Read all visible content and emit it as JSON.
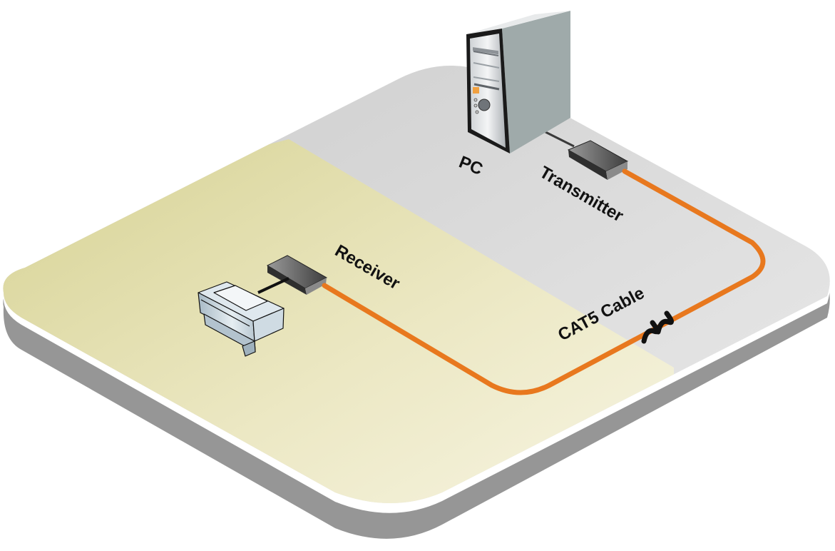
{
  "diagram": {
    "title": "CAT5 extender connection diagram",
    "nodes": [
      {
        "id": "pc",
        "label": "PC",
        "kind": "computer-tower"
      },
      {
        "id": "transmitter",
        "label": "Transmitter",
        "kind": "extender-box"
      },
      {
        "id": "receiver",
        "label": "Receiver",
        "kind": "extender-box"
      },
      {
        "id": "printer",
        "label": "",
        "kind": "printer"
      }
    ],
    "edges": [
      {
        "from": "pc",
        "to": "transmitter",
        "kind": "short-cable"
      },
      {
        "from": "transmitter",
        "to": "receiver",
        "kind": "cat5",
        "label": "CAT5 Cable",
        "long_distance_break": true
      },
      {
        "from": "receiver",
        "to": "printer",
        "kind": "short-cable"
      }
    ],
    "zones": [
      {
        "id": "remote-zone",
        "color": "#e2dfa8"
      },
      {
        "id": "local-zone",
        "color": "#d8d8d8"
      }
    ],
    "colors": {
      "cable": "#e8781e",
      "platform_edge": "#969696",
      "tower_side": "#9faaaa"
    }
  },
  "labels": {
    "pc": "PC",
    "transmitter": "Transmitter",
    "receiver": "Receiver",
    "cable": "CAT5 Cable"
  }
}
